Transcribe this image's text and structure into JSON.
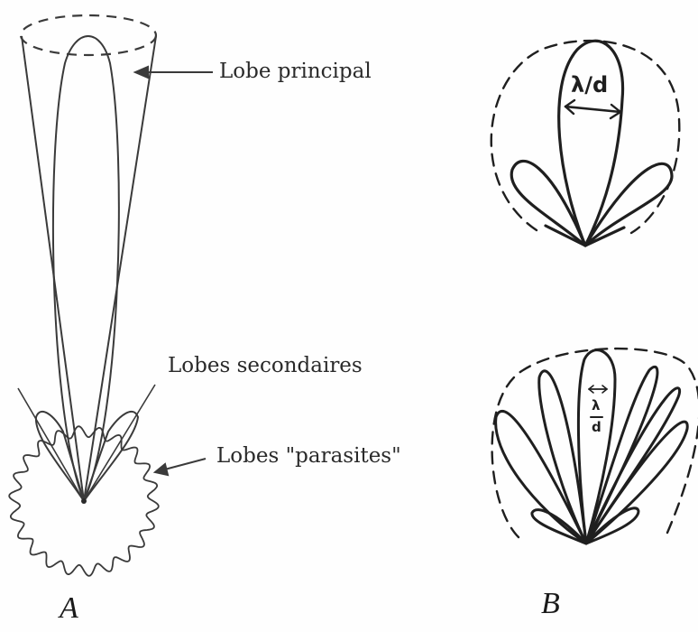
{
  "panels": {
    "a": "A",
    "b": "B"
  },
  "labels": {
    "main_lobe": "Lobe principal",
    "secondary_lobes": "Lobes secondaires",
    "parasitic_lobes": "Lobes \"parasites\""
  },
  "handwritten": {
    "top_width": "λ/d",
    "bottom_width_num": "λ",
    "bottom_width_den": "d"
  },
  "colors": {
    "ink": "#2a2a2a",
    "pen": "#1f1f1f",
    "dash": "#333333"
  }
}
